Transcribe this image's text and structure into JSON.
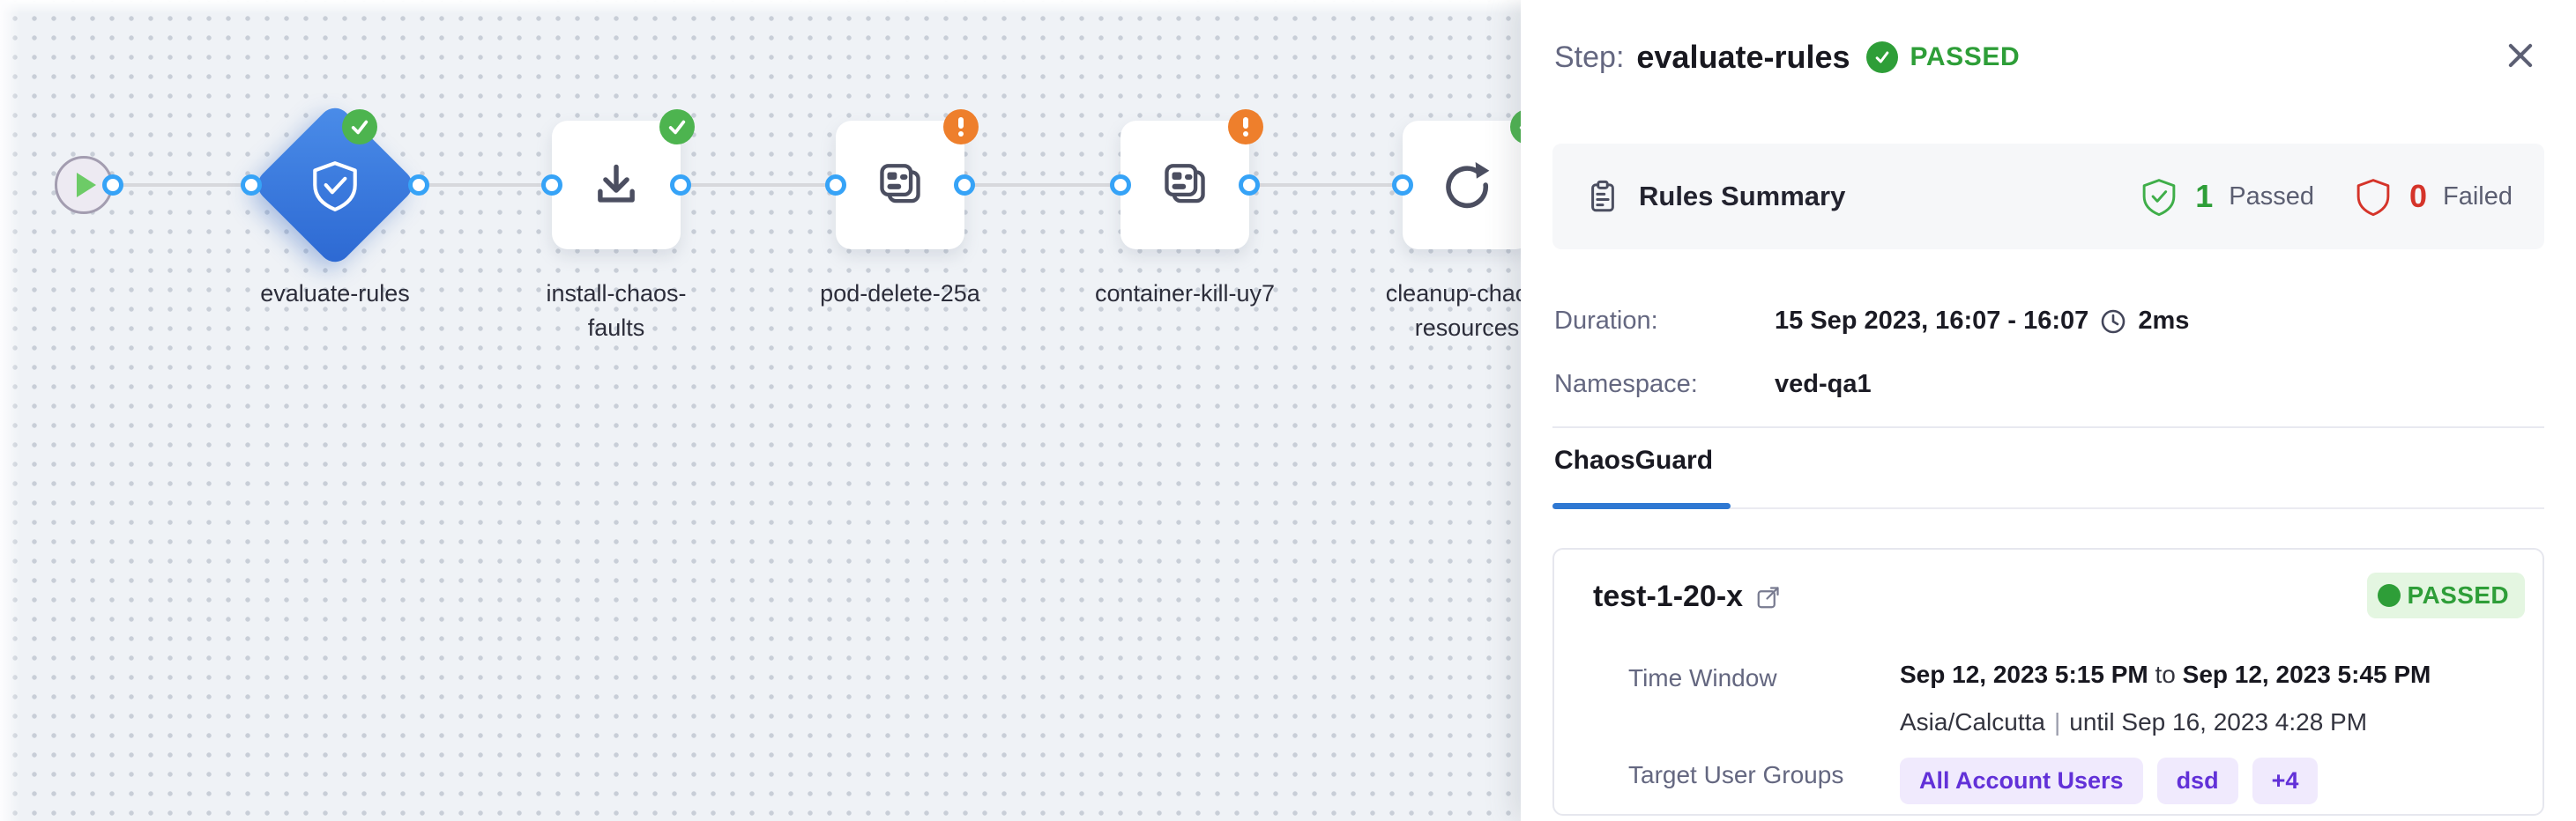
{
  "colors": {
    "accent_blue": "#2f78d2",
    "node_blue": "#3579d8",
    "port_blue": "#36a3f7",
    "success_green": "#2e9e38",
    "badge_green": "#4db44f",
    "warning_orange": "#ee7f2c",
    "error_red": "#d5342a",
    "purple": "#6231d8",
    "canvas_bg": "#eff2f6"
  },
  "canvas": {
    "nodes": [
      {
        "id": "start",
        "icon": "play-icon"
      },
      {
        "label": "evaluate-rules",
        "status": "passed",
        "icon": "shield-check-icon"
      },
      {
        "label": "install-chaos-faults",
        "status": "passed",
        "icon": "download-icon"
      },
      {
        "label": "pod-delete-25a",
        "status": "warning",
        "icon": "chaos-fault-icon"
      },
      {
        "label": "container-kill-uy7",
        "status": "warning",
        "icon": "chaos-fault-icon"
      },
      {
        "label": "cleanup-chaos-resources",
        "status": "passed",
        "icon": "retry-icon"
      }
    ]
  },
  "panel": {
    "header": {
      "prefix": "Step:",
      "title": "evaluate-rules",
      "status": "PASSED",
      "status_icon": "check-circle-icon",
      "close_icon": "close-icon"
    },
    "rules": {
      "icon": "clipboard-icon",
      "title": "Rules Summary",
      "passed_count": "1",
      "passed_label": "Passed",
      "passed_icon": "shield-check-icon",
      "failed_count": "0",
      "failed_label": "Failed",
      "failed_icon": "shield-icon"
    },
    "meta": {
      "duration_label": "Duration:",
      "duration_value": "15 Sep 2023, 16:07 - 16:07",
      "duration_icon": "clock-icon",
      "duration_elapsed": "2ms",
      "namespace_label": "Namespace:",
      "namespace_value": "ved-qa1"
    },
    "tabs": [
      {
        "label": "ChaosGuard",
        "active": true
      }
    ],
    "card": {
      "title": "test-1-20-x",
      "title_icon": "external-link-icon",
      "status": "PASSED",
      "time_window": {
        "label": "Time Window",
        "start": "Sep 12, 2023 5:15 PM",
        "join": "to",
        "end": "Sep 12, 2023 5:45 PM",
        "timezone": "Asia/Calcutta",
        "separator": "|",
        "until": "until Sep 16, 2023 4:28 PM"
      },
      "target_groups_label": "Target User Groups",
      "target_groups": [
        "All Account Users",
        "dsd",
        "+4"
      ]
    }
  }
}
